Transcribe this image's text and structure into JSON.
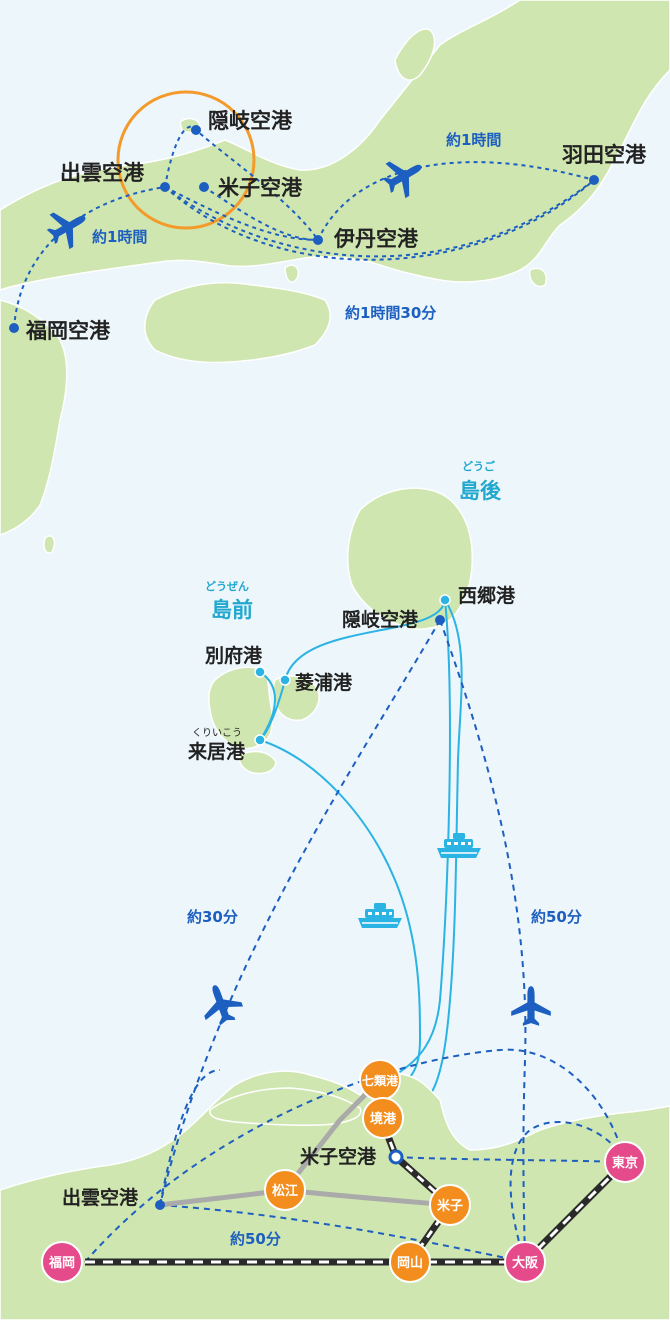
{
  "colors": {
    "sea": "#ecf6fb",
    "land": "#cfe6b0",
    "route_blue": "#1d5fc0",
    "ferry_cyan": "#2bb3e3",
    "orange_station": "#f28d1e",
    "pink_city": "#e54b8a",
    "highlight_ring": "#f39a2a",
    "rail_black": "#2a2a2a",
    "rail_gray": "#aaaaaa"
  },
  "top_map": {
    "airports": [
      {
        "id": "oki",
        "label": "隠岐空港"
      },
      {
        "id": "izumo",
        "label": "出雲空港"
      },
      {
        "id": "yonago",
        "label": "米子空港"
      },
      {
        "id": "itami",
        "label": "伊丹空港"
      },
      {
        "id": "haneda",
        "label": "羽田空港"
      },
      {
        "id": "fukuoka",
        "label": "福岡空港"
      }
    ],
    "durations": {
      "fukuoka_izumo": "約1時間",
      "itami_haneda": "約1時間",
      "izumo_haneda": "約1時間30分"
    },
    "icons": [
      "airplane-icon",
      "airplane-icon"
    ]
  },
  "islands": {
    "dogo": {
      "name": "島後",
      "reading": "どうご"
    },
    "dozen": {
      "name": "島前",
      "reading": "どうぜん"
    }
  },
  "ports": [
    {
      "id": "saigo",
      "label": "西郷港"
    },
    {
      "id": "oki_airport",
      "label": "隠岐空港"
    },
    {
      "id": "beppu",
      "label": "別府港"
    },
    {
      "id": "hishiura",
      "label": "菱浦港"
    },
    {
      "id": "kurii",
      "label": "来居港",
      "reading": "くりいこう"
    }
  ],
  "bottom_map": {
    "durations": {
      "izumo_oki": "約30分",
      "osaka_oki": "約50分",
      "izumo_osaka": "約50分"
    },
    "stations": [
      {
        "id": "shichirui",
        "label": "七類港"
      },
      {
        "id": "sakai",
        "label": "境港"
      },
      {
        "id": "matsue",
        "label": "松江"
      },
      {
        "id": "yonago_st",
        "label": "米子"
      },
      {
        "id": "okayama",
        "label": "岡山"
      }
    ],
    "cities": [
      {
        "id": "fukuoka",
        "label": "福岡"
      },
      {
        "id": "osaka",
        "label": "大阪"
      },
      {
        "id": "tokyo",
        "label": "東京"
      }
    ],
    "airports": [
      {
        "id": "yonago_ap",
        "label": "米子空港"
      },
      {
        "id": "izumo_ap",
        "label": "出雲空港"
      }
    ]
  }
}
